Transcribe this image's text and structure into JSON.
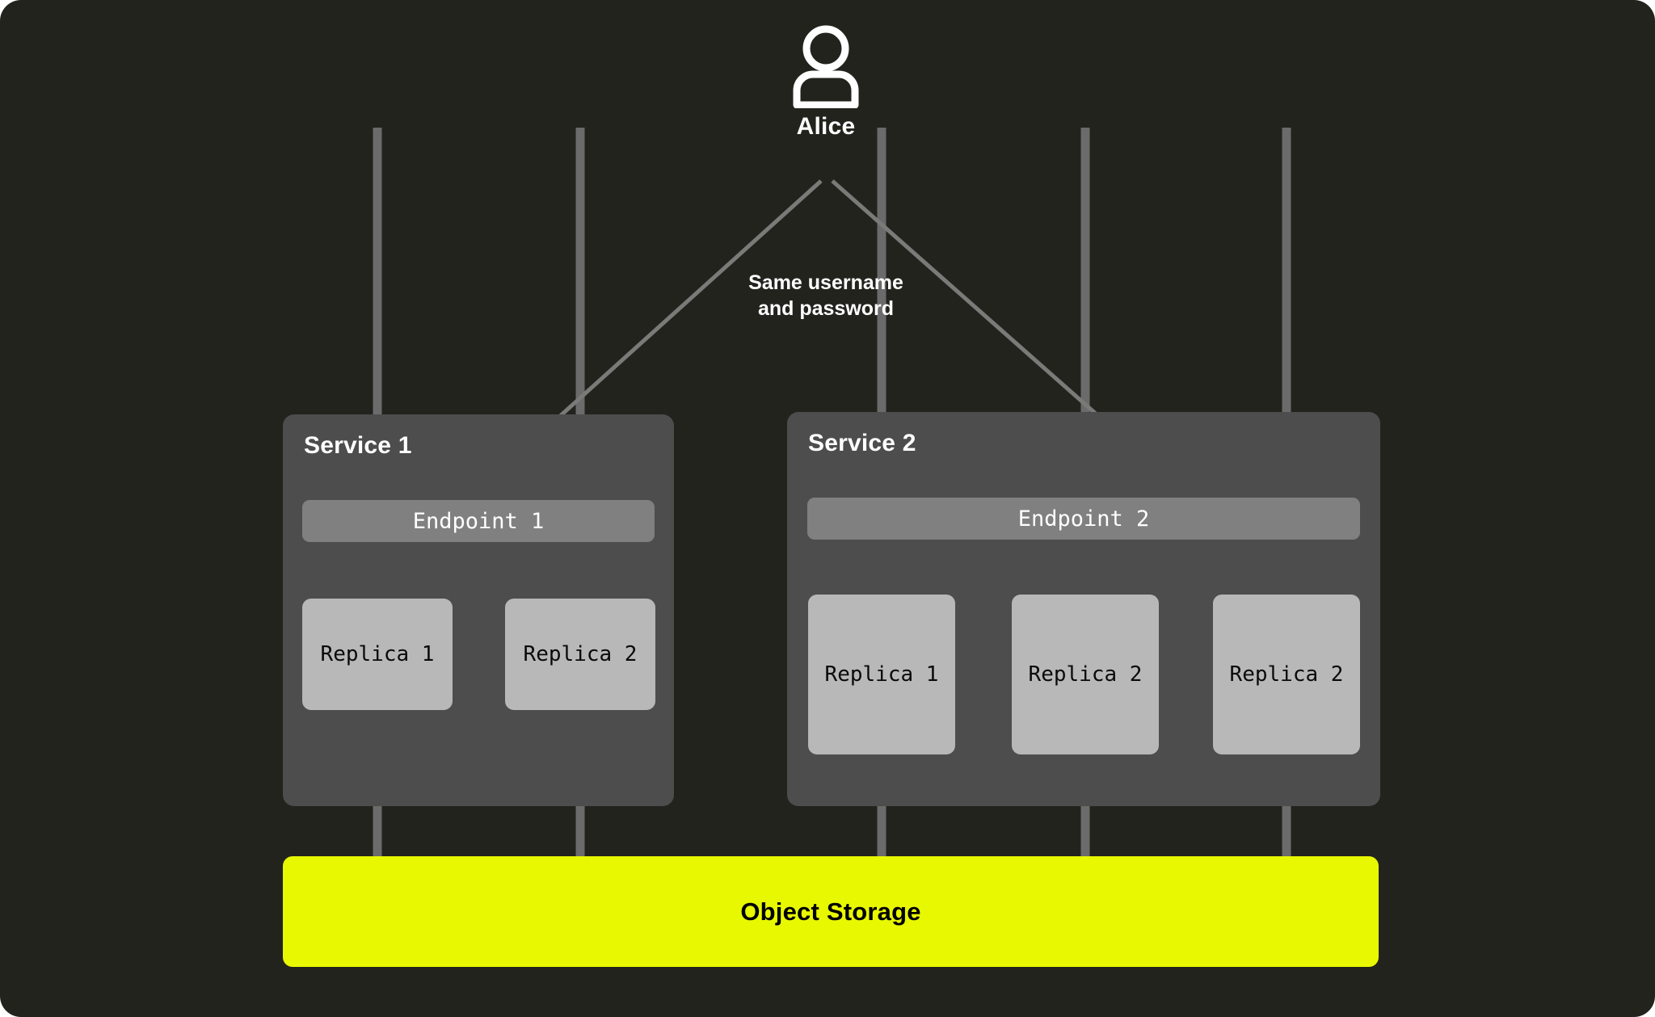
{
  "theme": {
    "canvas_bg": "#22231d",
    "panel_bg": "#4d4d4d",
    "endpoint_bg": "#808080",
    "replica_bg": "#b8b8b8",
    "storage_bg": "#e8f800",
    "wire_color": "#6b6b6b",
    "arrow_color": "#7a7a78",
    "text_light": "#ffffff",
    "text_dark": "#000000"
  },
  "actor": {
    "icon": "user-icon",
    "label": "Alice"
  },
  "edge_caption": {
    "line1": "Same username",
    "line2": "and password"
  },
  "services": [
    {
      "id": "service-1",
      "title": "Service 1",
      "endpoint": "Endpoint 1",
      "replicas": [
        "Replica 1",
        "Replica 2"
      ]
    },
    {
      "id": "service-2",
      "title": "Service 2",
      "endpoint": "Endpoint 2",
      "replicas": [
        "Replica 1",
        "Replica 2",
        "Replica 2"
      ]
    }
  ],
  "storage": {
    "label": "Object Storage"
  }
}
